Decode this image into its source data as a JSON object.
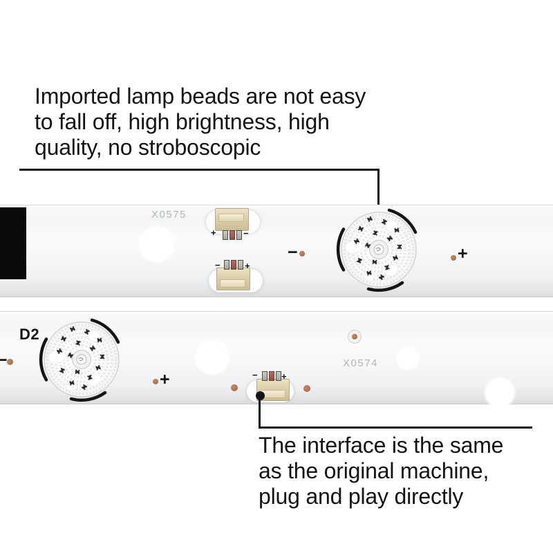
{
  "image_type": "annotated product photo of TV LED backlight strips",
  "annotations": {
    "top": {
      "lines": [
        "Imported lamp beads are not easy",
        "to fall off, high brightness, high",
        "quality, no stroboscopic"
      ]
    },
    "bottom": {
      "lines": [
        "The interface is the same",
        "as the original machine,",
        "plug and play directly"
      ]
    }
  },
  "strips": {
    "top": {
      "part_number": "X0575",
      "upper_connector": {
        "left_mark": "+",
        "right_mark": "−"
      },
      "lower_connector": {
        "left_mark": "−",
        "right_mark": "+"
      },
      "lens_left_mark": "−",
      "lens_right_mark": "+"
    },
    "bottom": {
      "designator": "D2",
      "part_number": "X0574",
      "left_edge_mark": "−",
      "mid_mark": "+",
      "connector": {
        "left_mark": "−",
        "right_mark": "+"
      }
    }
  },
  "colors": {
    "background": "#ffffff",
    "strip_surface": "#f3f5f6",
    "callout_line": "#141414",
    "annotation_text": "#141414",
    "part_label_gray": "#b3b6b8",
    "connector_tan": "#ddd1aa",
    "copper_pad": "#a9674b",
    "black_tape": "#0a0a0a"
  }
}
